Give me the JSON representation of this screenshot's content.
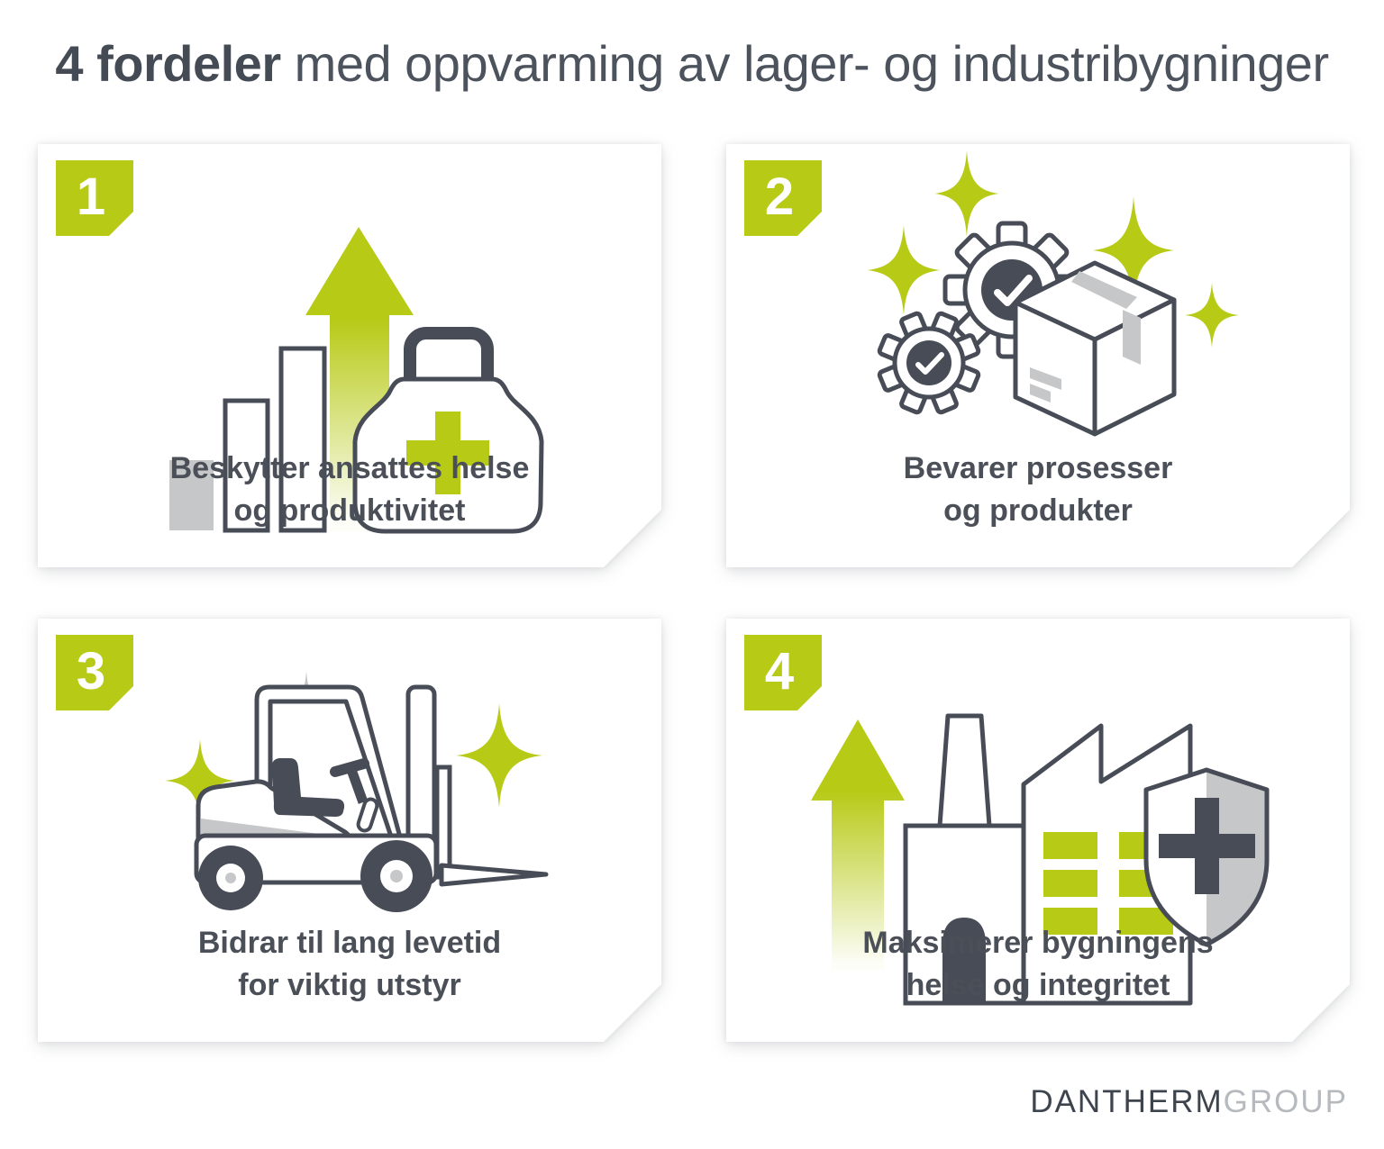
{
  "title": {
    "bold": "4 fordeler",
    "rest": " med oppvarming av lager- og industribygninger"
  },
  "cards": [
    {
      "number": "1",
      "caption_line1": "Beskytter ansattes helse",
      "caption_line2": "og produktivitet",
      "illustration": "bar-chart-growth-arrow-medical-bag"
    },
    {
      "number": "2",
      "caption_line1": "Bevarer prosesser",
      "caption_line2": "og produkter",
      "illustration": "gears-checkmarks-shipping-box-sparkles"
    },
    {
      "number": "3",
      "caption_line1": "Bidrar til lang levetid",
      "caption_line2": "for viktig utstyr",
      "illustration": "forklift-sparkles"
    },
    {
      "number": "4",
      "caption_line1": "Maksimerer bygningens",
      "caption_line2": "helse og integritet",
      "illustration": "growth-arrow-factory-shield-cross"
    }
  ],
  "footer": {
    "brand_primary": "DANTHERM",
    "brand_secondary": "GROUP"
  },
  "colors": {
    "accent_lime": "#b7ca16",
    "outline_dark": "#474c56",
    "neutral_gray": "#c6c7c9",
    "caption_text": "#4a4f58",
    "title_text": "#454b55",
    "logo_primary": "#3d444d",
    "logo_secondary": "#b6b9bd",
    "background": "#ffffff"
  }
}
